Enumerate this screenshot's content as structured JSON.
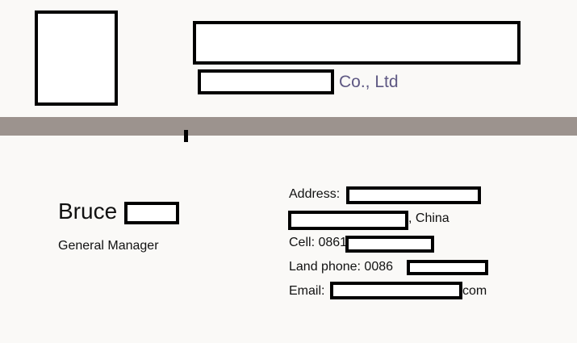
{
  "company": {
    "suffix": "Co., Ltd",
    "brand_color": "#5e5883"
  },
  "person": {
    "first_name": "Bruce",
    "title": "General Manager"
  },
  "contact": {
    "address_label": "Address:",
    "address_country": ", China",
    "cell_label": "Cell: 0861",
    "land_phone_label": "Land phone: 0086",
    "email_label": "Email:",
    "email_suffix": "com"
  }
}
